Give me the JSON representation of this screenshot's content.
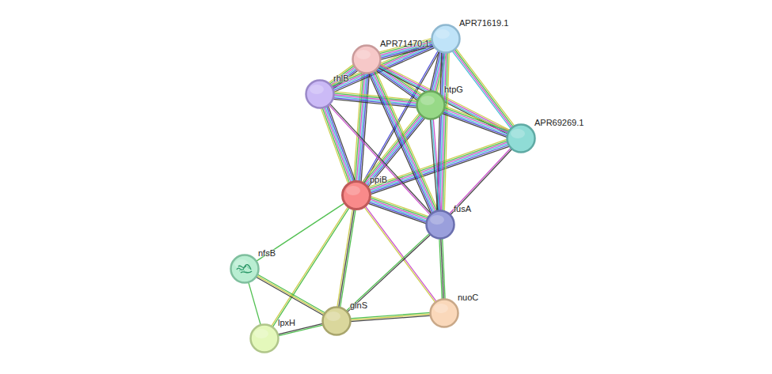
{
  "diagram": {
    "nodes": [
      {
        "text": [
          "APR71619.1"
        ]
      },
      {
        "text": [
          "APR71470.1"
        ]
      },
      {
        "text": [
          "rhlB"
        ]
      },
      {
        "text": [
          "htpG"
        ]
      },
      {
        "text": [
          "APR69269.1"
        ]
      },
      {
        "text": [
          "ppiB"
        ]
      },
      {
        "text": [
          "fusA"
        ]
      },
      {
        "text": [
          "nfsB"
        ]
      },
      {
        "text": [
          "nuoC"
        ]
      },
      {
        "text": [
          "glnS"
        ]
      },
      {
        "text": [
          "lpxH"
        ]
      }
    ],
    "edges": [
      {
        "from": 5,
        "to": 0,
        "arrow": "none"
      },
      {
        "from": 5,
        "to": 1,
        "arrow": "none"
      },
      {
        "from": 5,
        "to": 2,
        "arrow": "none"
      },
      {
        "from": 5,
        "to": 3,
        "arrow": "none"
      },
      {
        "from": 5,
        "to": 4,
        "arrow": "none"
      },
      {
        "from": 5,
        "to": 6,
        "arrow": "none"
      },
      {
        "from": 5,
        "to": 8,
        "arrow": "none"
      },
      {
        "from": 5,
        "to": 9,
        "arrow": "none"
      },
      {
        "from": 5,
        "to": 10,
        "arrow": "none"
      },
      {
        "from": 5,
        "to": 7,
        "arrow": "none"
      },
      {
        "from": 2,
        "to": 1,
        "arrow": "none"
      },
      {
        "from": 2,
        "to": 0,
        "arrow": "none"
      },
      {
        "from": 2,
        "to": 3,
        "arrow": "none"
      },
      {
        "from": 2,
        "to": 6,
        "arrow": "none"
      },
      {
        "from": 1,
        "to": 0,
        "arrow": "none"
      },
      {
        "from": 1,
        "to": 3,
        "arrow": "none"
      },
      {
        "from": 1,
        "to": 6,
        "arrow": "none"
      },
      {
        "from": 1,
        "to": 4,
        "arrow": "none"
      },
      {
        "from": 0,
        "to": 3,
        "arrow": "none"
      },
      {
        "from": 0,
        "to": 4,
        "arrow": "none"
      },
      {
        "from": 0,
        "to": 6,
        "arrow": "none"
      },
      {
        "from": 3,
        "to": 4,
        "arrow": "none"
      },
      {
        "from": 3,
        "to": 6,
        "arrow": "none"
      },
      {
        "from": 4,
        "to": 6,
        "arrow": "none"
      },
      {
        "from": 6,
        "to": 8,
        "arrow": "none"
      },
      {
        "from": 6,
        "to": 9,
        "arrow": "none"
      },
      {
        "from": 9,
        "to": 8,
        "arrow": "none"
      },
      {
        "from": 9,
        "to": 10,
        "arrow": "none"
      },
      {
        "from": 9,
        "to": 7,
        "arrow": "none"
      },
      {
        "from": 7,
        "to": 10,
        "arrow": "none"
      }
    ]
  }
}
